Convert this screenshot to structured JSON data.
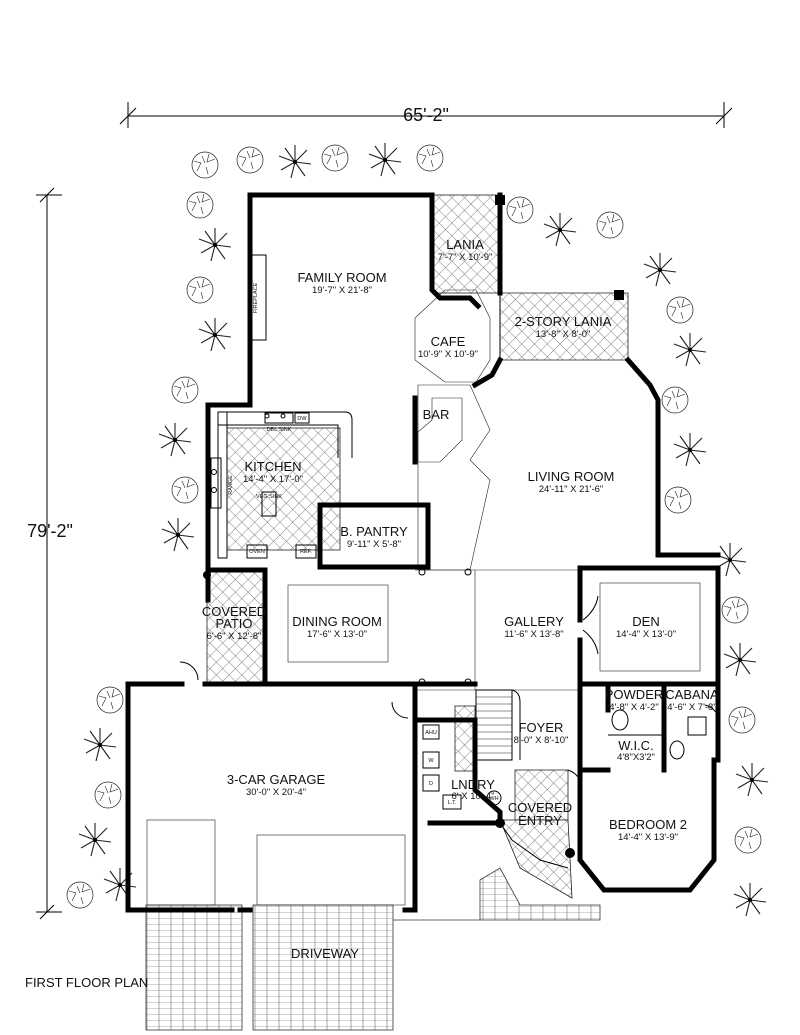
{
  "plan_title": "FIRST FLOOR PLAN",
  "overall_width": "65'-2\"",
  "overall_depth": "79'-2\"",
  "rooms": {
    "family_room": {
      "name": "FAMILY ROOM",
      "size": "19'-7\" X 21'-8\""
    },
    "lania": {
      "name": "LANIA",
      "size": "7'-7\" X 10'-9\""
    },
    "two_story_lania": {
      "name": "2-STORY LANIA",
      "size": "13'-8\" X 8'-0\""
    },
    "cafe": {
      "name": "CAFE",
      "size": "10'-9\" X 10'-9\""
    },
    "bar": {
      "name": "BAR"
    },
    "kitchen": {
      "name": "KITCHEN",
      "size": "14'-4\" X 17'-0\""
    },
    "living_room": {
      "name": "LIVING ROOM",
      "size": "24'-11\" X 21'-6\""
    },
    "butler_pantry": {
      "name": "B. PANTRY",
      "size": "9'-11\" X 5'-8\""
    },
    "covered_patio": {
      "name_line1": "COVERED",
      "name_line2": "PATIO",
      "size": "6'-6\" X 12'-8\""
    },
    "dining_room": {
      "name": "DINING ROOM",
      "size": "17'-6\" X 13'-0\""
    },
    "gallery": {
      "name": "GALLERY",
      "size": "11'-6\" X 13'-8\""
    },
    "den": {
      "name": "DEN",
      "size": "14'-4\" X 13'-0\""
    },
    "powder": {
      "name": "POWDER",
      "size": "4'-8\" X 4'-2\""
    },
    "cabana": {
      "name": "CABANA",
      "size": "4'-6\" X 7'-8\""
    },
    "foyer": {
      "name": "FOYER",
      "size": "8'-0\" X 8'-10\""
    },
    "wic": {
      "name": "W.I.C.",
      "size": "4'8\"X3'2\""
    },
    "garage": {
      "name": "3-CAR GARAGE",
      "size": "30'-0\" X 20'-4\""
    },
    "laundry": {
      "name": "LNDRY",
      "size": "6' X 10'-4\""
    },
    "covered_entry": {
      "name_line1": "COVERED",
      "name_line2": "ENTRY"
    },
    "bedroom2": {
      "name": "BEDROOM 2",
      "size": "14'-4\" X 13'-9\""
    },
    "driveway": {
      "name": "DRIVEWAY"
    }
  },
  "fixtures": {
    "fireplace": "FIREPLACE",
    "dbl_sink": "DBL SINK",
    "dishwasher": "DW",
    "range": "RANGE",
    "veg_sink": "VEG SINK",
    "oven": "OVEN",
    "ref": "REF.",
    "ahu": "AHU",
    "washer": "W",
    "dryer": "D",
    "laundry_tub": "L.T.",
    "water_heater": "WH"
  },
  "colors": {
    "line": "#000000",
    "background": "#ffffff"
  }
}
